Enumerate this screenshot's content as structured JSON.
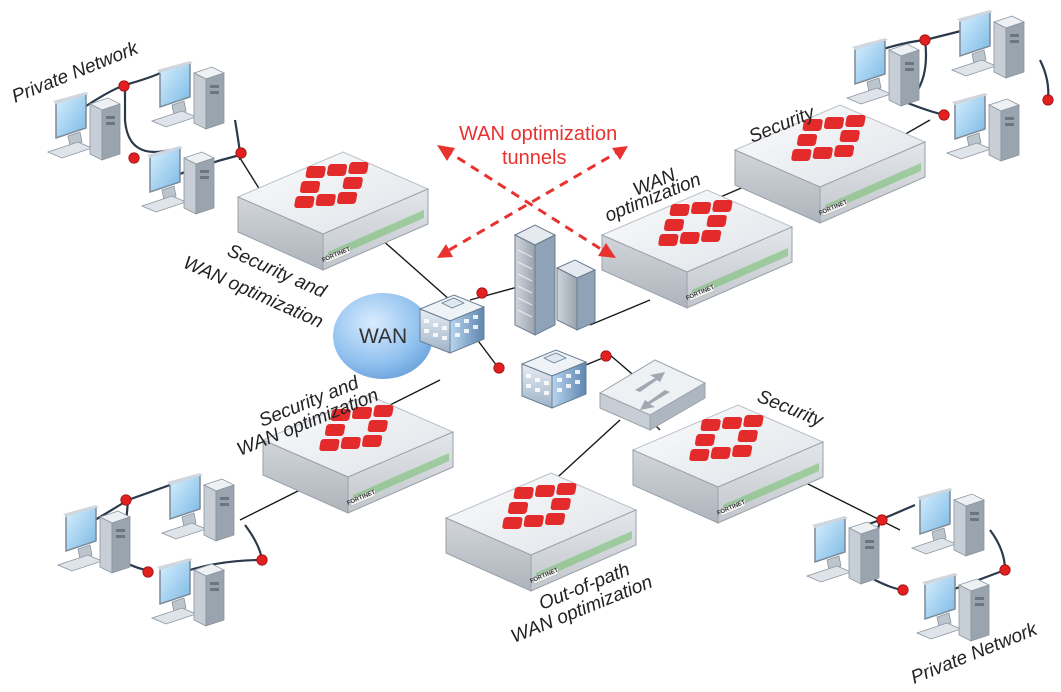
{
  "tunnel_label": [
    "WAN optimization",
    "tunnels"
  ],
  "wan_cloud_label": "WAN",
  "brand_text": "FORTINET",
  "colors": {
    "accent_red": "#e8322f",
    "device_body": "#e9ecef",
    "cloud_blue": "#7fb3e8",
    "cable": "#2b3a4a"
  },
  "labels": {
    "private_network_top": "Private Network",
    "private_network_bottom": "Private Network",
    "security_top_right": "Security",
    "wan_optimization_top": [
      "WAN",
      "optimization"
    ],
    "security_and_wan_left": [
      "Security and",
      "WAN optimization"
    ],
    "security_and_wan_lower": [
      "Security and",
      "WAN optimization"
    ],
    "security_lower_right": "Security",
    "out_of_path": [
      "Out-of-path",
      "WAN optimization"
    ]
  }
}
